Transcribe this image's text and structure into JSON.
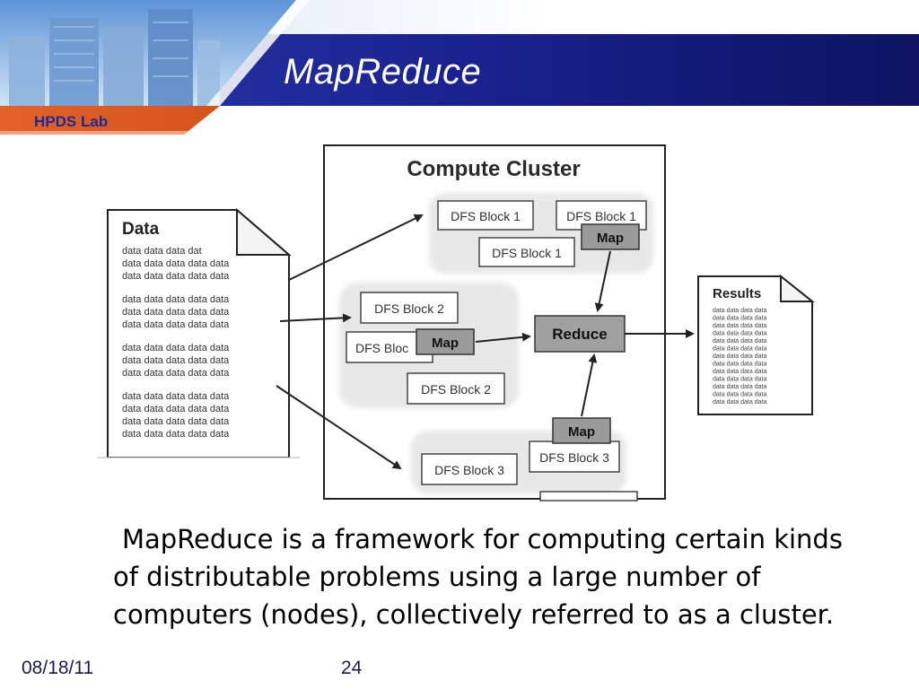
{
  "header": {
    "title": "MapReduce",
    "lab": "HPDS Lab"
  },
  "diagram": {
    "cluster_title": "Compute Cluster",
    "data_doc": {
      "title": "Data",
      "lines": [
        "data data data dat",
        "data data data data data",
        "data data data data data",
        "data data data data data",
        "data data data data data",
        "data data data data data",
        "data data data data data",
        "data data data data data",
        "data data data data data",
        "data data data data data",
        "data data data data data",
        "data data data data data",
        "data data data data data"
      ]
    },
    "groups": [
      {
        "blocks": [
          "DFS Block 1",
          "DFS Block 1",
          "DFS Block 1"
        ],
        "map": "Map"
      },
      {
        "blocks": [
          "DFS Block 2",
          "DFS Bloc",
          "DFS Block 2"
        ],
        "map": "Map"
      },
      {
        "blocks": [
          "DFS Block 3",
          "DFS Block 3"
        ],
        "map": "Map"
      }
    ],
    "reduce": "Reduce",
    "results": {
      "title": "Results",
      "line": "data data data data"
    }
  },
  "body": {
    "paragraph": "MapReduce is a framework for computing certain kinds of distributable problems using a large number of computers (nodes), collectively referred to as a cluster."
  },
  "footer": {
    "date": "08/18/11",
    "page": "24"
  },
  "colors": {
    "header_navy": "#141a6e",
    "header_orange": "#e2622a",
    "lab_text": "#1a2a9a",
    "map_gray": "#9a9a9a",
    "reduce_gray": "#a0a0a0"
  }
}
